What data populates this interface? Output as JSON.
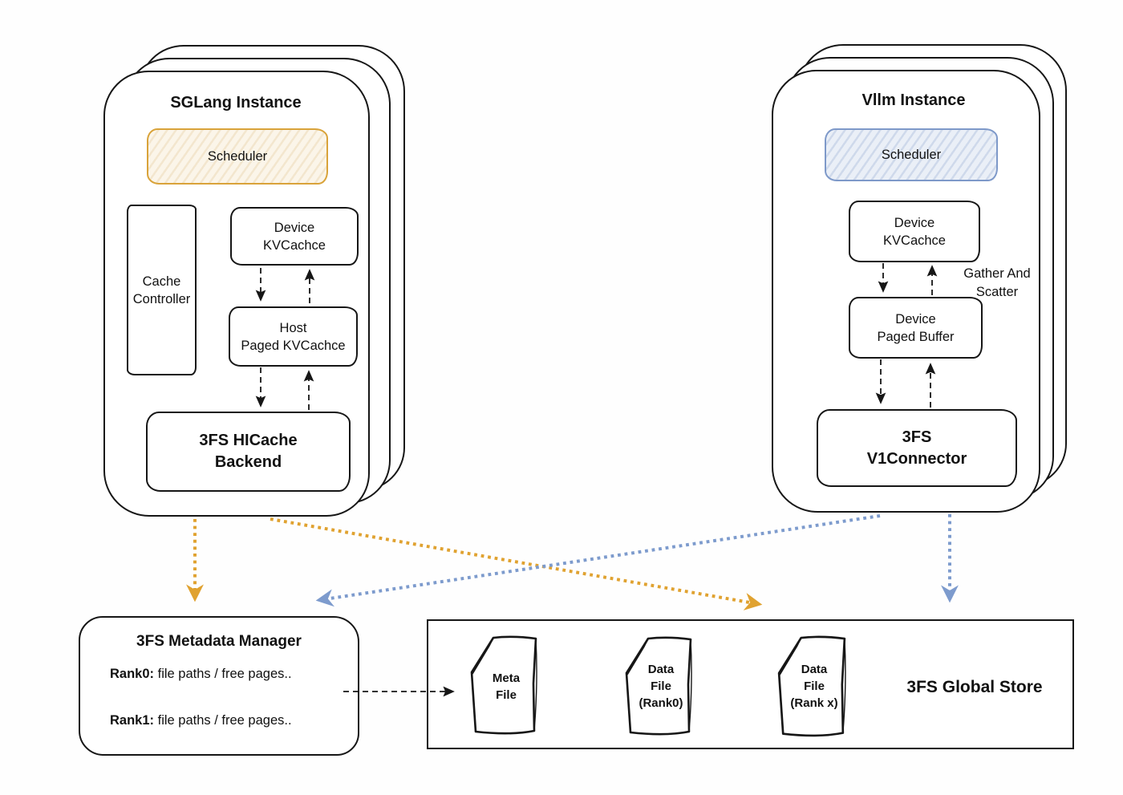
{
  "colors": {
    "ink": "#161616",
    "orange": "#e0a230",
    "blue": "#7d9bcd",
    "orange_border": "#d9a33a",
    "blue_border": "#7e99c9"
  },
  "sglang_card": {
    "title": "SGLang Instance",
    "scheduler": "Scheduler",
    "cache_controller": {
      "line1": "Cache",
      "line2": "Controller"
    },
    "device_kvcache": {
      "line1": "Device",
      "line2": "KVCachce"
    },
    "host_paged_kvcache": {
      "line1": "Host",
      "line2": "Paged KVCachce"
    },
    "backend": {
      "line1": "3FS HICache",
      "line2": "Backend"
    }
  },
  "vllm_card": {
    "title": "Vllm Instance",
    "scheduler": "Scheduler",
    "device_kvcache": {
      "line1": "Device",
      "line2": "KVCachce"
    },
    "device_paged_buffer": {
      "line1": "Device",
      "line2": "Paged Buffer"
    },
    "connector": {
      "line1": "3FS",
      "line2": "V1Connector"
    },
    "gather_scatter": {
      "line1": "Gather And",
      "line2": "Scatter"
    }
  },
  "metadata_manager": {
    "title": "3FS Metadata Manager",
    "rank0_label": "Rank0:",
    "rank0_text": " file paths / free pages..",
    "rank1_label": "Rank1:",
    "rank1_text": " file paths / free pages.."
  },
  "global_store": {
    "title": "3FS Global Store",
    "files": [
      {
        "line1": "Meta",
        "line2": "File",
        "line3": ""
      },
      {
        "line1": "Data",
        "line2": "File",
        "line3": "(Rank0)"
      },
      {
        "line1": "Data",
        "line2": "File",
        "line3": "(Rank x)"
      }
    ]
  },
  "connections": [
    {
      "from": "Device KVCachce (SGLang)",
      "to": "Host Paged KVCachce",
      "style": "dashed",
      "color": "black",
      "bidirectional": true
    },
    {
      "from": "Host Paged KVCachce",
      "to": "3FS HICache Backend",
      "style": "dashed",
      "color": "black",
      "bidirectional": true
    },
    {
      "from": "Device KVCachce (Vllm)",
      "to": "Device Paged Buffer",
      "style": "dashed",
      "color": "black",
      "bidirectional": true
    },
    {
      "from": "Device Paged Buffer",
      "to": "3FS V1Connector",
      "style": "dashed",
      "color": "black",
      "bidirectional": true
    },
    {
      "from": "SGLang Instance",
      "to": "3FS Metadata Manager",
      "style": "dotted",
      "color": "orange",
      "bidirectional": false
    },
    {
      "from": "SGLang Instance",
      "to": "3FS Global Store",
      "style": "dotted",
      "color": "orange",
      "bidirectional": false
    },
    {
      "from": "Vllm Instance",
      "to": "3FS Metadata Manager",
      "style": "dotted",
      "color": "blue",
      "bidirectional": false
    },
    {
      "from": "Vllm Instance",
      "to": "3FS Global Store",
      "style": "dotted",
      "color": "blue",
      "bidirectional": false
    },
    {
      "from": "3FS Metadata Manager",
      "to": "Meta File",
      "style": "dashed",
      "color": "black",
      "bidirectional": false
    }
  ]
}
